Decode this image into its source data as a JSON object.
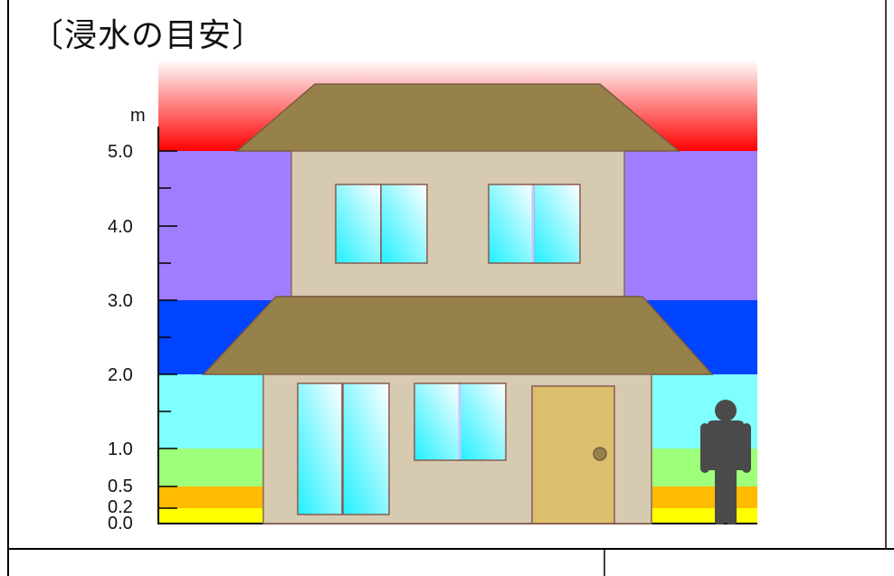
{
  "title": "〔浸水の目安〕",
  "unit": "m",
  "depth_scale": {
    "ticks": [
      "5.0",
      "4.0",
      "3.0",
      "2.0",
      "1.0",
      "0.5",
      "0.2",
      "0.0"
    ]
  },
  "colors": {
    "band_over_5m": "#ff0000",
    "band_3_to_5m": "#a07cff",
    "band_2_to_3m": "#0044ff",
    "band_1_to_2m": "#7fffff",
    "band_0_5_to_1m": "#9eff7a",
    "band_0_2_to_0_5m": "#ffbb00",
    "band_0_to_0_2m": "#ffff00",
    "roof": "#97814a",
    "wall": "#d6cab0",
    "door": "#dcbe6c",
    "window": "#3ff4ff",
    "person": "#4a4a4a"
  },
  "icons": [
    "house-icon",
    "person-icon"
  ]
}
